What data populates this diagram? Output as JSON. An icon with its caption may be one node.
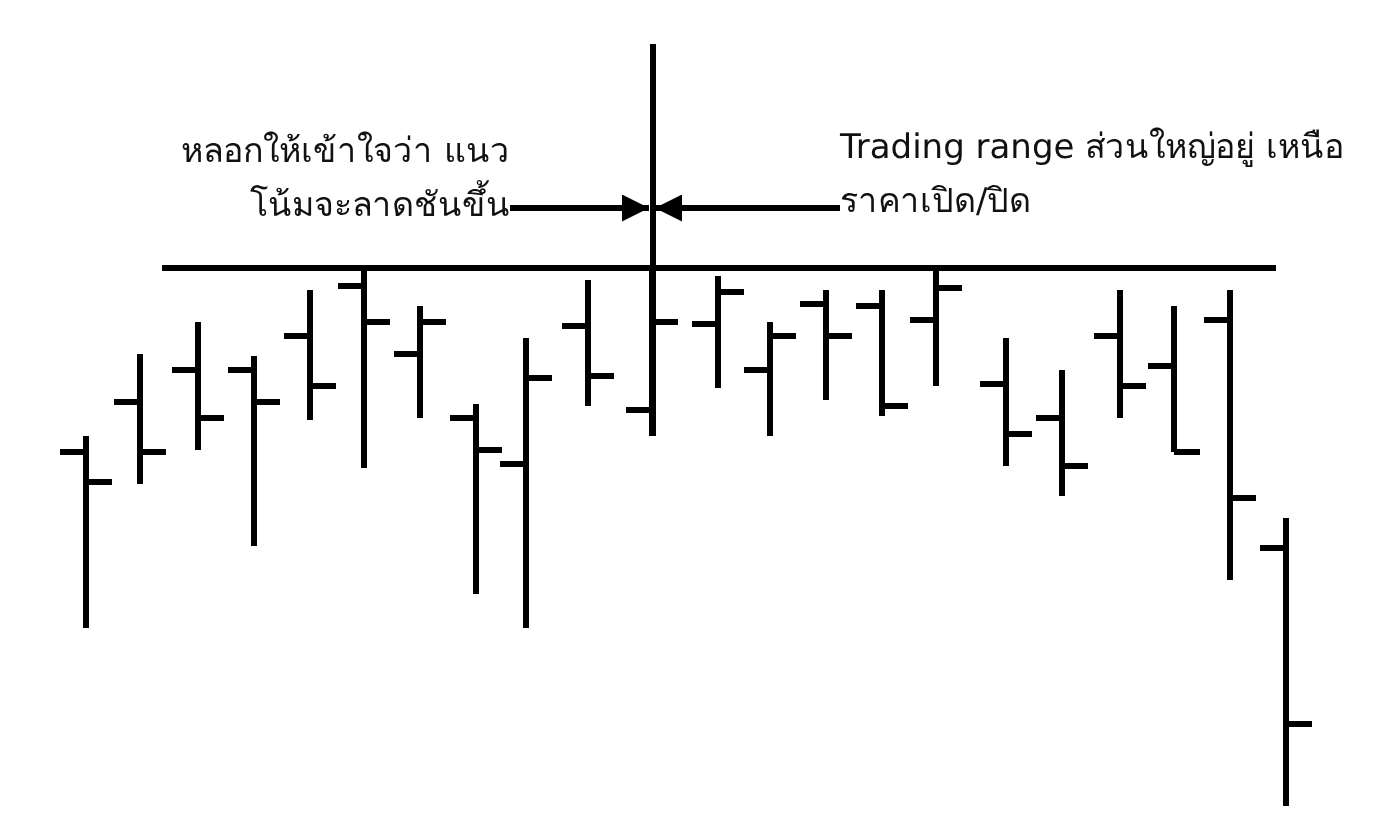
{
  "diagram": {
    "nodes": [
      {
        "text": [
          "หลอกให้เข้าใจว่า แนวโน้มจะลาดชันขึ้น"
        ]
      },
      {
        "text": [
          "Trading range ส่วนใหญ่อยู่ เหนือราคาเปิด/ปิด"
        ]
      },
      {
        "text": [],
        "shape": "bar"
      }
    ],
    "edges": [
      {
        "from": 0,
        "to": 2,
        "arrow": "to"
      },
      {
        "from": 1,
        "to": 2,
        "arrow": "to"
      }
    ]
  }
}
